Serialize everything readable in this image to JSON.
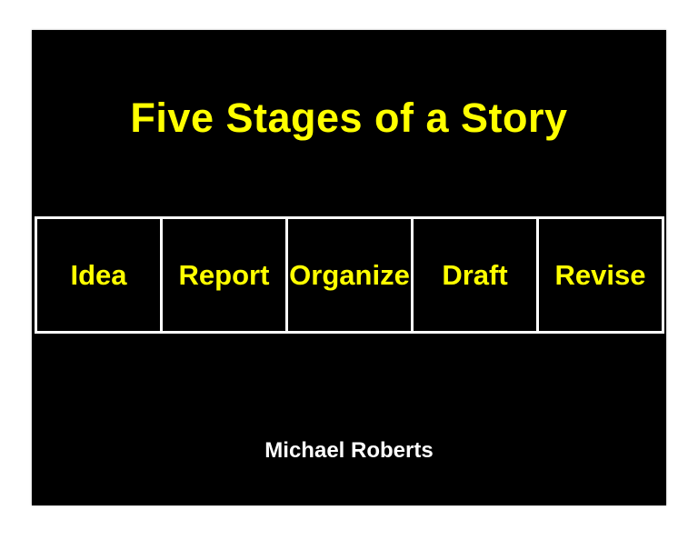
{
  "title": "Five Stages of a Story",
  "stages": [
    "Idea",
    "Report",
    "Organize",
    "Draft",
    "Revise"
  ],
  "credit": "Michael Roberts",
  "colors": {
    "page_background": "#ffffff",
    "slide_background": "#000000",
    "title_text": "#ffff00",
    "stage_text": "#ffff00",
    "credit_text": "#ffffff",
    "table_border": "#ffffff"
  }
}
